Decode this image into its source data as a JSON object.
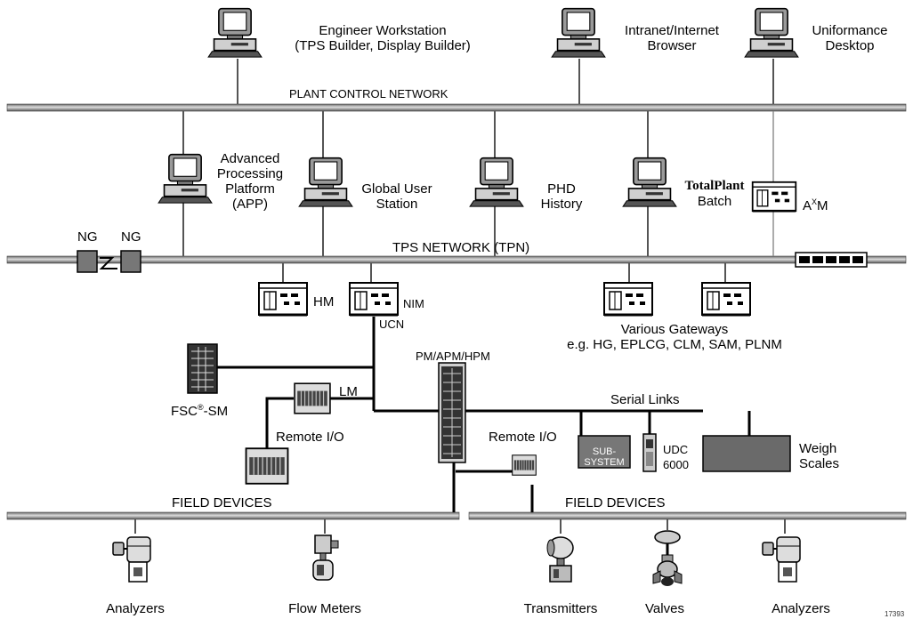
{
  "networks": {
    "pcn": "PLANT CONTROL NETWORK",
    "tpn": "TPS NETWORK (TPN)",
    "field_left": "FIELD DEVICES",
    "field_right": "FIELD DEVICES"
  },
  "workstations": {
    "engineer_line1": "Engineer Workstation",
    "engineer_line2": "(TPS Builder, Display Builder)",
    "intranet_line1": "Intranet/Internet",
    "intranet_line2": "Browser",
    "uniformance_line1": "Uniformance",
    "uniformance_line2": "Desktop",
    "app_line1": "Advanced",
    "app_line2": "Processing",
    "app_line3": "Platform",
    "app_line4": "(APP)",
    "gus_line1": "Global User",
    "gus_line2": "Station",
    "phd_line1": "PHD",
    "phd_line2": "History",
    "batch_brand": "TotalPlant",
    "batch_line2": "Batch",
    "axm_base": "A",
    "axm_sup": "X",
    "axm_tail": "M"
  },
  "modules": {
    "ng_left": "NG",
    "ng_right": "NG",
    "hm": "HM",
    "nim": "NIM",
    "ucn": "UCN",
    "gateways_line1": "Various Gateways",
    "gateways_line2": "e.g.  HG, EPLCG, CLM, SAM, PLNM",
    "pm": "PM/APM/HPM",
    "lm": "LM",
    "fsc_base": "FSC",
    "fsc_reg": "®",
    "fsc_tail": "-SM",
    "remote_io_left": "Remote I/O",
    "remote_io_right": "Remote I/O",
    "serial_links": "Serial Links",
    "subsystem_line1": "SUB-",
    "subsystem_line2": "SYSTEM",
    "udc_line1": "UDC",
    "udc_line2": "6000",
    "weigh_line1": "Weigh",
    "weigh_line2": "Scales"
  },
  "field_devices": [
    "Analyzers",
    "Flow Meters",
    "Transmitters",
    "Valves",
    "Analyzers"
  ],
  "figure_number": "17393"
}
